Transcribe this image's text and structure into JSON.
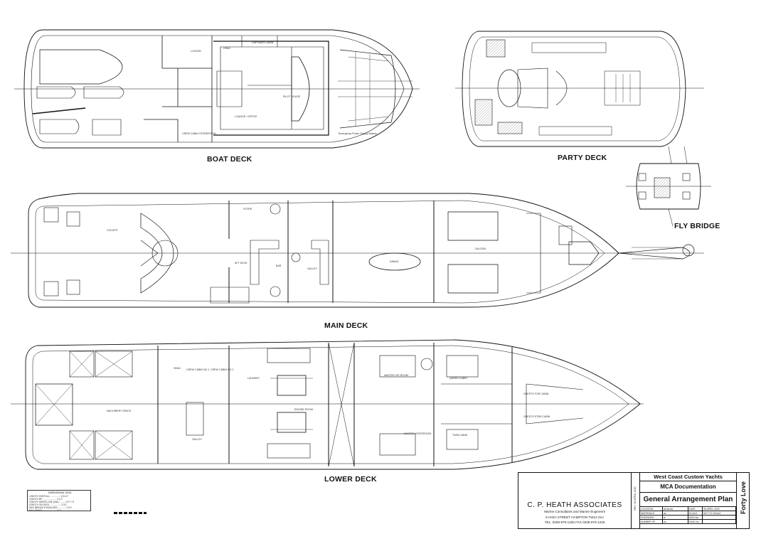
{
  "decks": {
    "boat_deck": "BOAT DECK",
    "party_deck": "PARTY DECK",
    "fly_bridge": "FLY BRIDGE",
    "main_deck": "MAIN DECK",
    "lower_deck": "LOWER DECK"
  },
  "rooms": {
    "boat": [
      "HEAD",
      "CAPTAIN'S CABIN",
      "LOCKER",
      "PILOT HOUSE",
      "LOUNGE / OFFICE",
      "CREW CABIN STOREROOM",
      "Emergency Power Supply Battery"
    ],
    "main": [
      "COCKPIT",
      "STORE",
      "AFT DECK",
      "BAR",
      "GALLEY",
      "DINING",
      "SALOON"
    ],
    "lower": [
      "MACHINERY SPACE",
      "GALLEY",
      "LAUNDRY",
      "ENGINE ROOM",
      "MASTER VIP ROOM",
      "MASTER STATEROOM",
      "QUEEN CABIN",
      "TWIN CABIN",
      "GUESTS FOR CABIN",
      "GUESTS STBD CABIN",
      "CREW CABIN NO.1",
      "CREW CABIN NO.2",
      "HEAD"
    ]
  },
  "title_block": {
    "firm": "C. P. HEATH ASSOCIATES",
    "firm_sub": "Marine Consultants and Marine Engineers",
    "address": "8 HIGH STREET HAMPTON TW12 2SJ",
    "tel": "TEL: 0208-979-1225   FAX 0208-979-1225",
    "client": "West Coast Custom Yachts",
    "document": "MCA Documentation",
    "drawing_title": "General Arrangement Plan",
    "vessel": "Forty Love",
    "rev": "REV. 30 APRIL 2020",
    "cells": [
      {
        "k": "LOCATION",
        "v": "all decks"
      },
      {
        "k": "DATE",
        "v": "30 APRIL 2020"
      },
      {
        "k": "MATERIALS",
        "v": "as"
      },
      {
        "k": "SCALE",
        "v": "NOT TO SCALE"
      },
      {
        "k": "PREPARED",
        "v": "ls"
      },
      {
        "k": "DRG No.",
        "v": ""
      },
      {
        "k": "NUMBER OF PARTS",
        "v": "no"
      },
      {
        "k": "DWG No.",
        "v": ""
      }
    ]
  },
  "dimensional_data": {
    "title": "DIMENSIONAL DATA",
    "rows": [
      "LENGTH OVER ALL ............... 3.5.4.5'",
      "LENGTH BP ...................... 3.4.2'",
      "LENGTH WATER LINE (LWL) ........ 2.9.7 / 5'",
      "LENGTH ON DECK ................. 3.3.0'",
      "MAX BREADTH MOULDED ............ 2.6.0'",
      "MAX DRAFT ...................... 6.2'"
    ]
  }
}
